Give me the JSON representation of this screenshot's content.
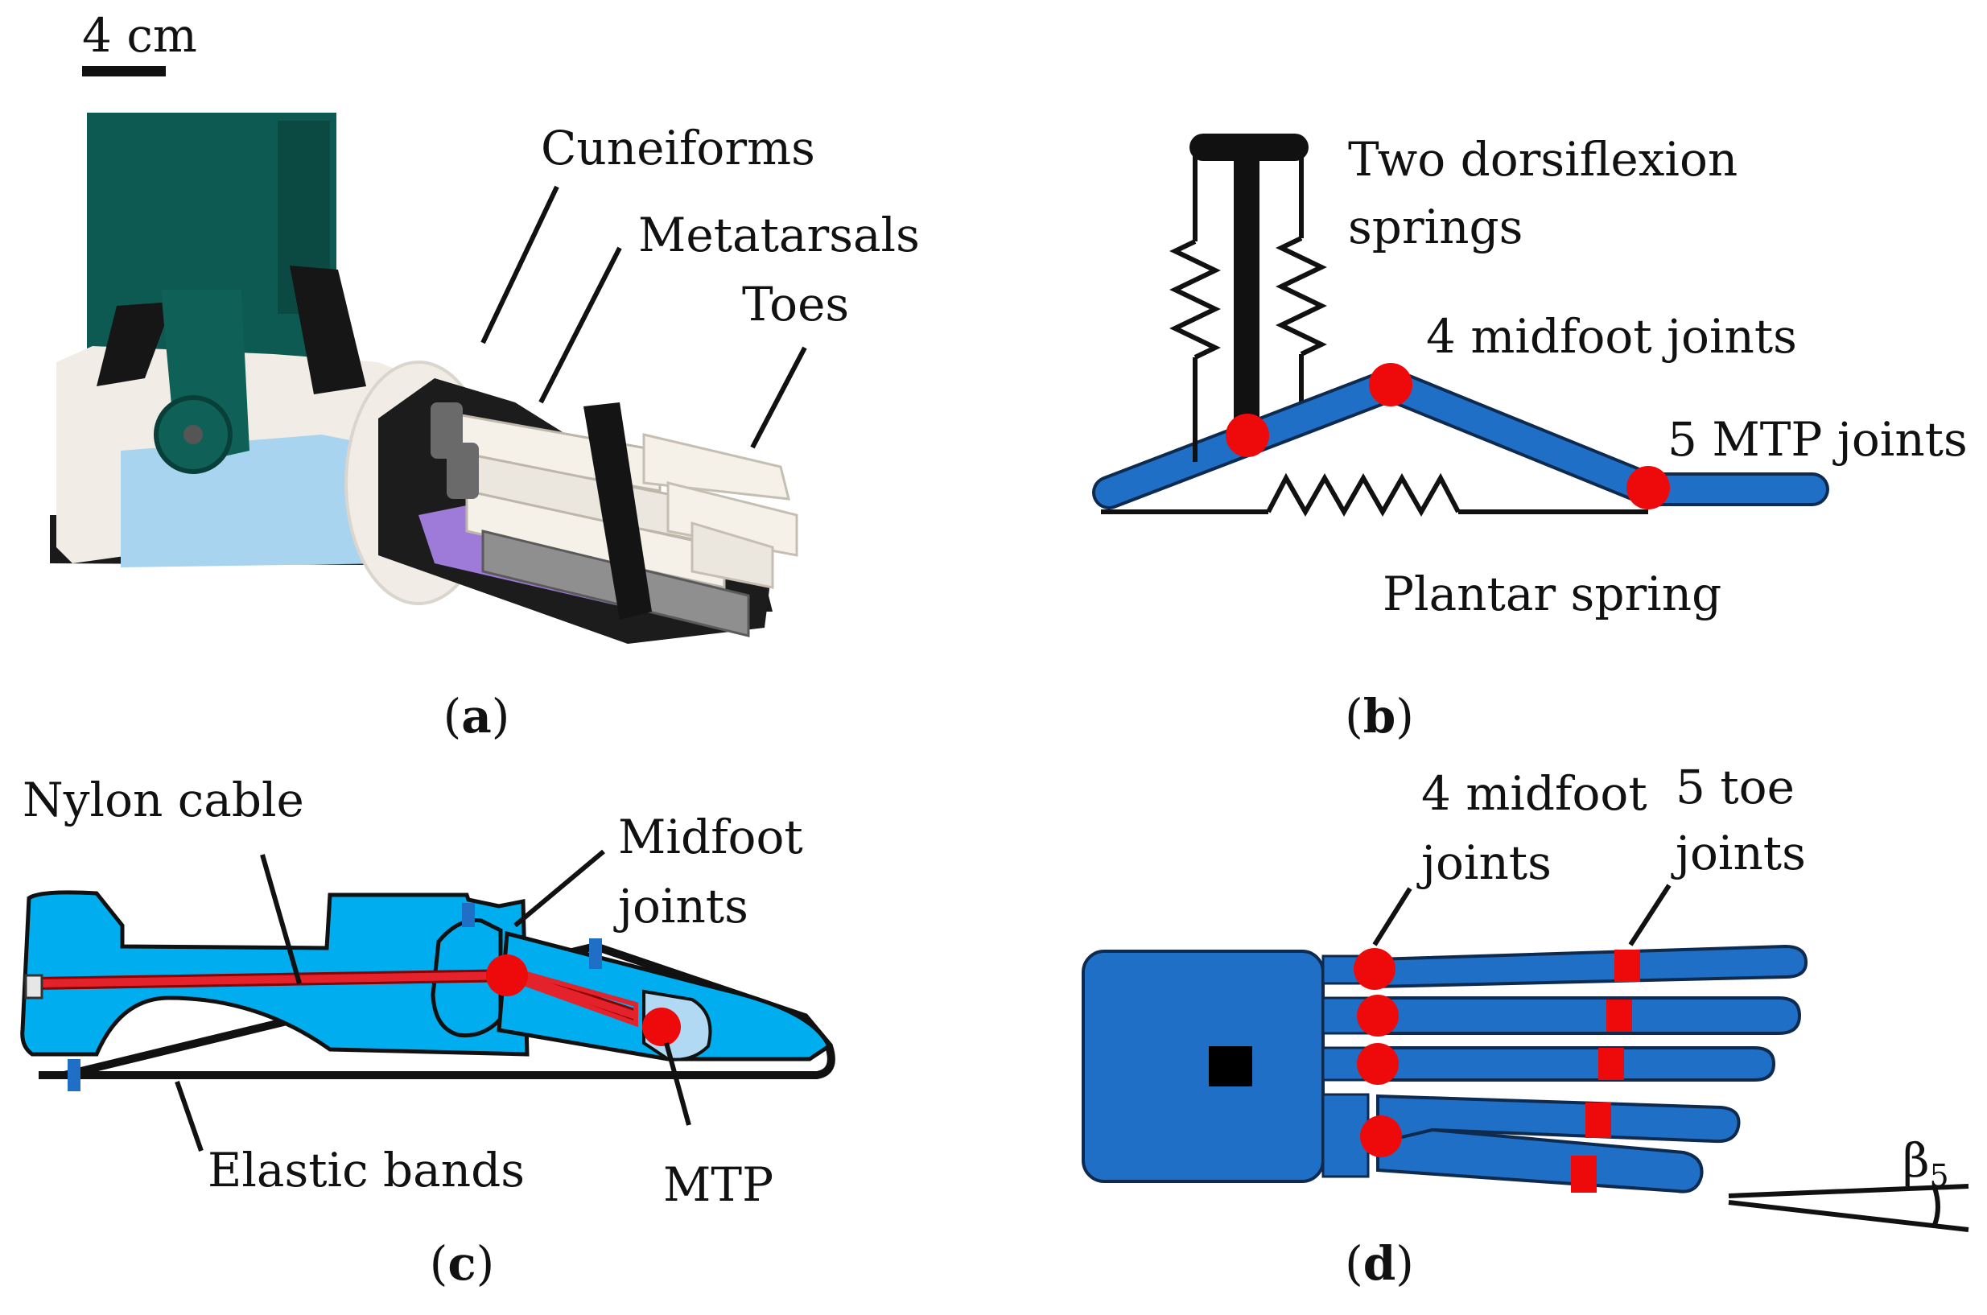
{
  "scale_bar": {
    "label": "4 cm"
  },
  "colors": {
    "bone_blue": "#1f6fc6",
    "bone_outline": "#0e2a4e",
    "joint_red": "#ee0a0a",
    "foot_cyan": "#00aeef",
    "foot_outline": "#111111",
    "cable_red": "#e3222b",
    "tpu_cyan": "#49c6f3",
    "print_green": "#0c5a52",
    "print_white": "#f1ede6",
    "print_lilac": "#9e7bd8",
    "print_grey": "#777777"
  },
  "panel_a": {
    "labels": {
      "cuneiforms": "Cuneiforms",
      "metatarsals": "Metatarsals",
      "toes": "Toes"
    },
    "caption": {
      "open": "(",
      "letter": "a",
      "close": ")"
    }
  },
  "panel_b": {
    "labels": {
      "dorsiflexion_line1": "Two dorsiflexion",
      "dorsiflexion_line2": "springs",
      "midfoot": "4 midfoot joints",
      "mtp": "5 MTP joints",
      "plantar": "Plantar spring"
    },
    "caption": {
      "open": "(",
      "letter": "b",
      "close": ")"
    }
  },
  "panel_c": {
    "labels": {
      "nylon": "Nylon cable",
      "midfoot_line1": "Midfoot",
      "midfoot_line2": "joints",
      "elastic": "Elastic bands",
      "mtp": "MTP"
    },
    "caption": {
      "open": "(",
      "letter": "c",
      "close": ")"
    }
  },
  "panel_d": {
    "labels": {
      "midfoot_line1": "4 midfoot",
      "midfoot_line2": "joints",
      "toe_line1": "5 toe",
      "toe_line2": "joints",
      "angle_symbol": "β",
      "angle_sub": "5"
    },
    "caption": {
      "open": "(",
      "letter": "d",
      "close": ")"
    }
  }
}
